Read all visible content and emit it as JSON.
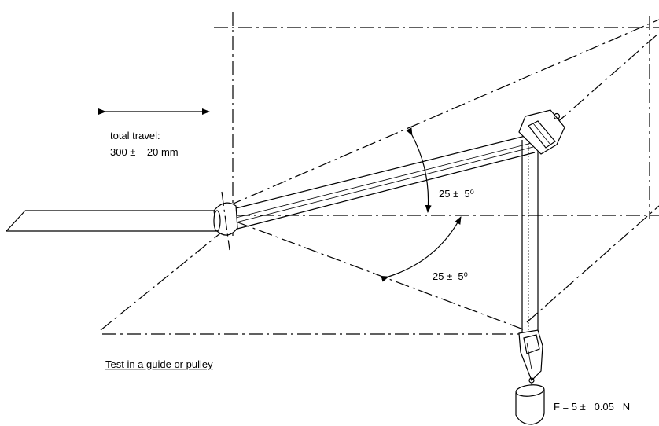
{
  "labels": {
    "travel_title": "total travel:",
    "travel_value": "300 ±    20 mm",
    "angle_upper": "25 ±  5⁰",
    "angle_lower": "25 ±  5⁰",
    "guide_note": "Test in a guide or pulley",
    "force": "F = 5 ±   0.05   N"
  }
}
